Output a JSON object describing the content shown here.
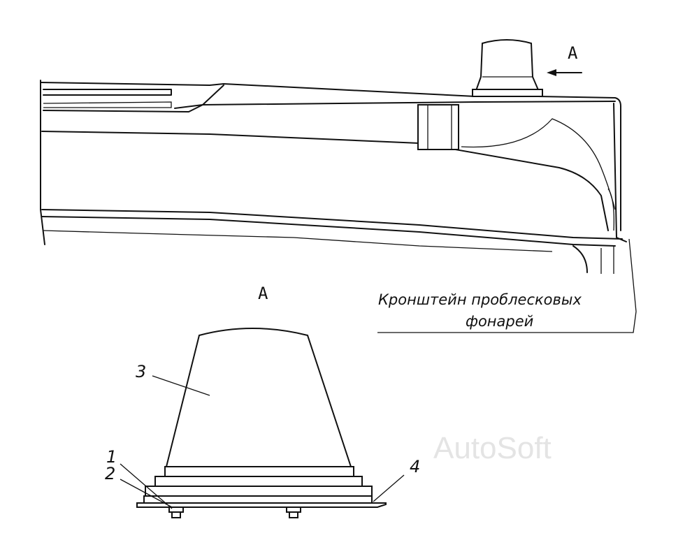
{
  "view_label_top": "A",
  "view_label_section": "A",
  "caption_line1": "Кронштейн проблесковых",
  "caption_line2": "фонарей",
  "callouts": [
    "1",
    "2",
    "3",
    "4"
  ],
  "watermark": "AutoSoft"
}
